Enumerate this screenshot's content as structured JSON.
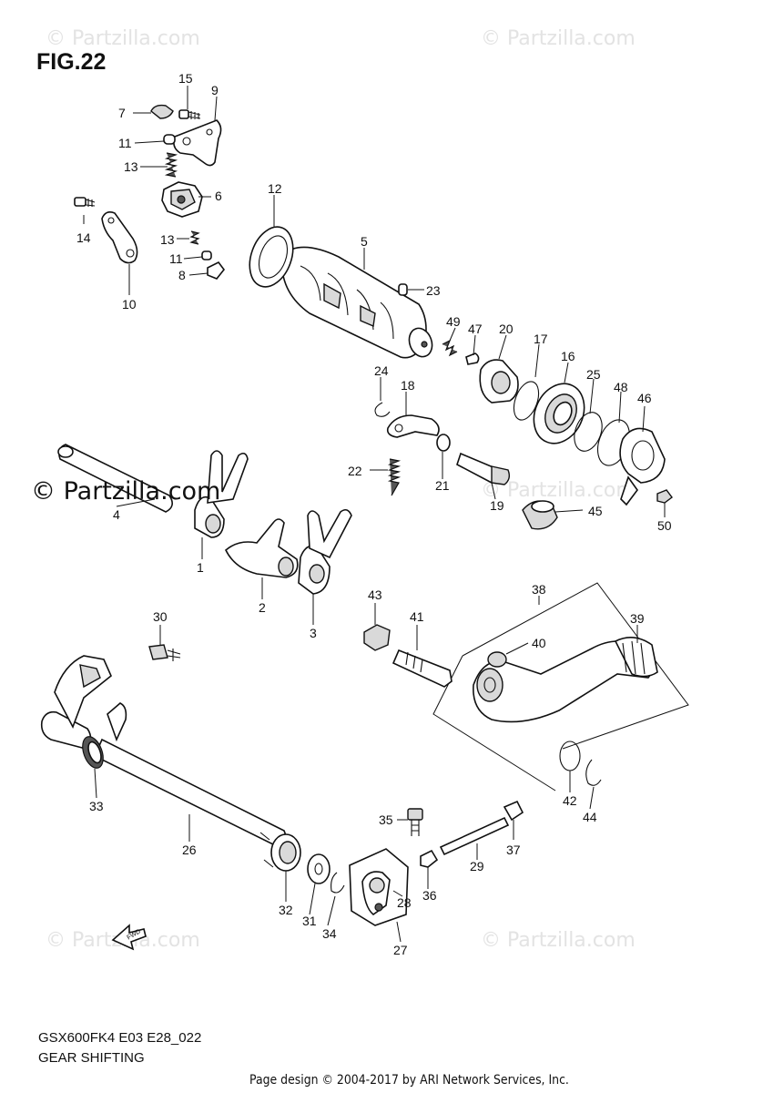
{
  "figure_label": "FIG.22",
  "watermarks": [
    "© Partzilla.com",
    "© Partzilla.com",
    "© Partzilla.com",
    "© Partzilla.com",
    "© Partzilla.com"
  ],
  "brand_watermark": "© Partzilla.com",
  "diagram_code": "GSX600FK4 E03 E28_022",
  "diagram_title": "GEAR SHIFTING",
  "page_credit": "Page design © 2004-2017 by ARI Network Services, Inc.",
  "fwd_arrow_label": "FWD",
  "callouts": [
    "1",
    "2",
    "3",
    "4",
    "5",
    "6",
    "7",
    "8",
    "9",
    "10",
    "11",
    "11",
    "12",
    "13",
    "13",
    "14",
    "15",
    "16",
    "17",
    "18",
    "19",
    "20",
    "21",
    "22",
    "23",
    "24",
    "25",
    "26",
    "27",
    "28",
    "29",
    "30",
    "31",
    "32",
    "33",
    "34",
    "35",
    "36",
    "37",
    "38",
    "39",
    "40",
    "41",
    "42",
    "43",
    "44",
    "45",
    "46",
    "47",
    "48",
    "49",
    "50"
  ]
}
